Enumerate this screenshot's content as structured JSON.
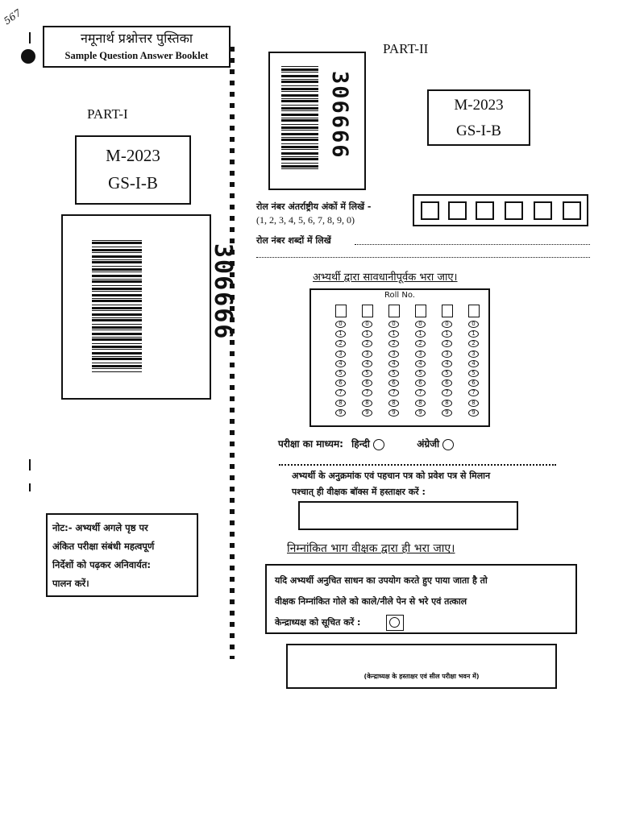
{
  "header": {
    "title_hindi": "नमूनार्थ प्रश्नोत्तर पुस्तिका",
    "title_english": "Sample Question Answer Booklet",
    "corner_mark": "567"
  },
  "part1": {
    "label": "PART-I",
    "exam_code": "M-2023",
    "paper_code": "GS-I-B",
    "barcode_number": "306666"
  },
  "part2": {
    "label": "PART-II",
    "exam_code": "M-2023",
    "paper_code": "GS-I-B",
    "barcode_number": "306666"
  },
  "roll_numeric": {
    "label": "रोल नंबर अंतर्राष्ट्रीय अंकों में लिखें -",
    "hint": "(1, 2, 3, 4, 5, 6, 7, 8, 9, 0)",
    "box_count": 6
  },
  "roll_words": {
    "label": "रोल नंबर शब्दों में लिखें"
  },
  "omr": {
    "instruction": "अभ्यर्थी द्वारा सावधानीपूर्वक भरा जाए।",
    "grid_title": "Roll No.",
    "digits": [
      "0",
      "1",
      "2",
      "3",
      "4",
      "5",
      "6",
      "7",
      "8",
      "9"
    ],
    "columns": 6
  },
  "medium": {
    "label": "परीक्षा का माध्यम:",
    "option1": "हिन्दी",
    "option2": "अंग्रेजी"
  },
  "signature": {
    "instruction_line1": "अभ्यर्थी के अनुक्रमांक एवं पहचान पत्र को प्रवेश पत्र से मिलान",
    "instruction_line2": "पश्चात् ही वीक्षक बॉक्स में हस्ताक्षर करें :"
  },
  "invigilator": {
    "heading": "निम्नांकित भाग वीक्षक द्वारा ही भरा जाए।",
    "line1": "यदि अभ्यर्थी अनुचित साधन का उपयोग करते हुए पाया जाता है तो",
    "line2": "वीक्षक निम्नांकित गोले को काले/नीले पेन से भरे एवं तत्काल",
    "line3": "केन्द्राध्यक्ष को सूचित करें :"
  },
  "seal_box": {
    "caption": "(केन्द्राध्यक्ष के हस्ताक्षर एवं सील परीक्षा भवन में)"
  },
  "note": {
    "line1": "नोट:- अभ्यर्थी अगले पृष्ठ पर",
    "line2": "अंकित परीक्षा संबंधी महत्वपूर्ण",
    "line3": "निर्देशों को पढ़कर अनिवार्यत:",
    "line4": "पालन करें।"
  }
}
